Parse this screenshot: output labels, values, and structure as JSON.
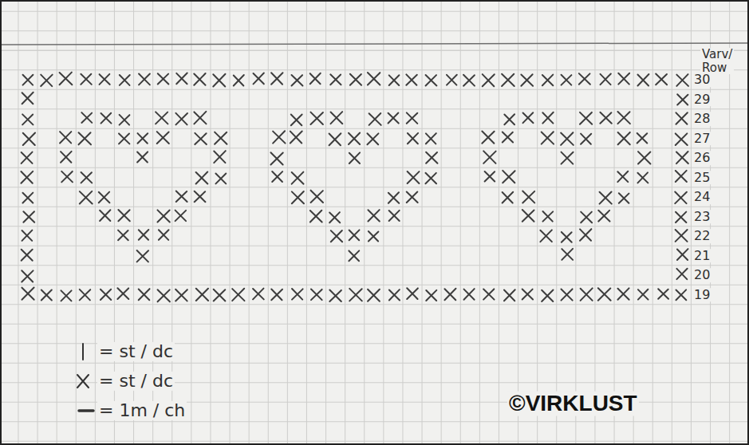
{
  "diagram": {
    "labels": [
      "Varv/ Row",
      "30",
      "29",
      "28",
      "27",
      "26",
      "25",
      "24",
      "23",
      "22",
      "21",
      "20",
      "19",
      "©VIRKLUST"
    ],
    "legend": [
      {
        "text": "= st / dc"
      },
      {
        "text": "= st / dc"
      },
      {
        "text": "= 1m / ch"
      }
    ]
  }
}
